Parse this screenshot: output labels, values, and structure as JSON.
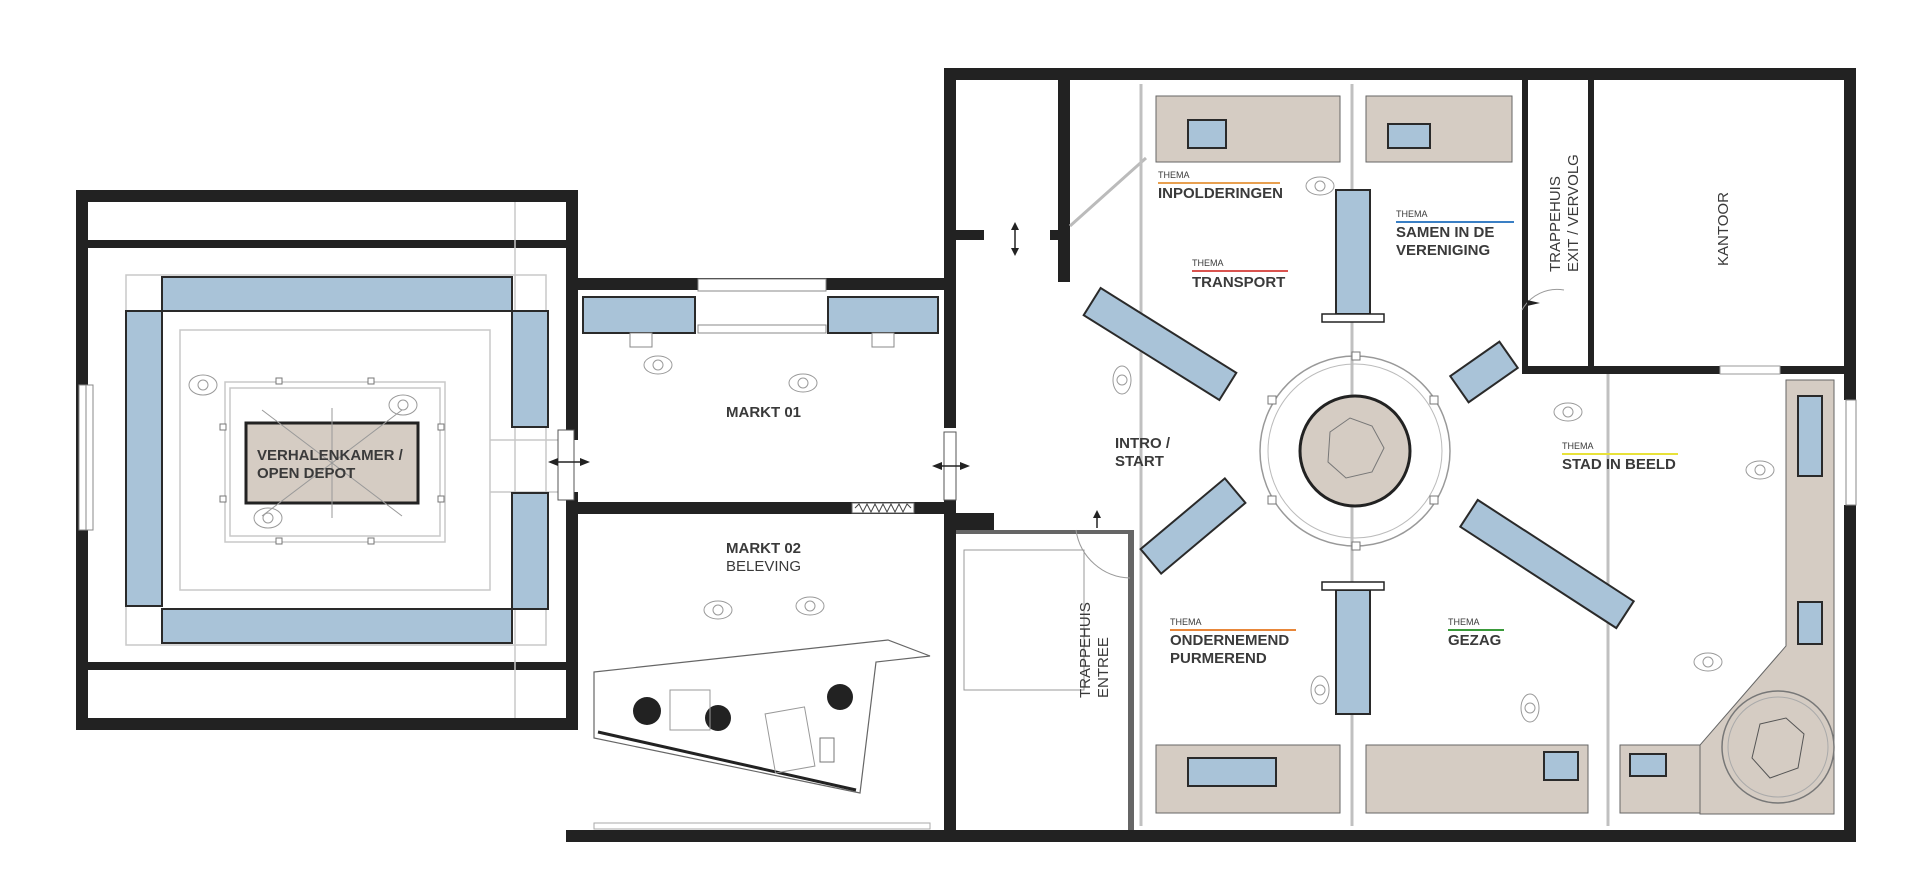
{
  "rooms": {
    "verhalenkamer": [
      "VERHALENKAMER /",
      "OPEN DEPOT"
    ],
    "markt01": "MARKT 01",
    "markt02": [
      "MARKT 02",
      "BELEVING"
    ],
    "intro": [
      "INTRO /",
      "START"
    ],
    "trappehuis_entree": [
      "TRAPPEHUIS",
      "ENTREE"
    ],
    "trappehuis_exit": [
      "TRAPPEHUIS",
      "EXIT / VERVOLG"
    ],
    "kantoor": "KANTOOR"
  },
  "themes": [
    {
      "tag": "THEMA",
      "name": [
        "INPOLDERINGEN"
      ],
      "color": "#e8a050"
    },
    {
      "tag": "THEMA",
      "name": [
        "TRANSPORT"
      ],
      "color": "#d9534f"
    },
    {
      "tag": "THEMA",
      "name": [
        "SAMEN IN DE",
        "VERENIGING"
      ],
      "color": "#3a7fc4"
    },
    {
      "tag": "THEMA",
      "name": [
        "STAD IN BEELD"
      ],
      "color": "#e8e23a"
    },
    {
      "tag": "THEMA",
      "name": [
        "ONDERNEMEND",
        "PURMEREND"
      ],
      "color": "#e8873a"
    },
    {
      "tag": "THEMA",
      "name": [
        "GEZAG"
      ],
      "color": "#3a9a3a"
    }
  ],
  "colors": {
    "wall": "#222222",
    "display_case": "#a9c3d8",
    "platform": "#d5ccc3"
  }
}
